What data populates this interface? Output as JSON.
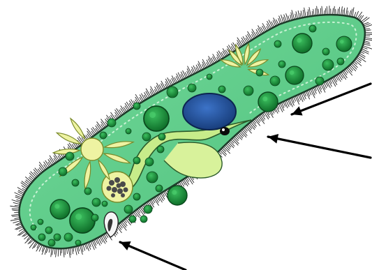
{
  "diagram": {
    "subject": "paramecium",
    "colors": {
      "cell_fill": "#5fcf8a",
      "cell_outline": "#1e3b2a",
      "pellicle_dots": "#c9f2d4",
      "cilia": "#222222",
      "chloroplast_dark": "#1f8a3b",
      "chloroplast_light": "#2fa84e",
      "macronucleus": "#1f4d9c",
      "micronucleus": "#0a0a0a",
      "oral_groove": "#c7ec8a",
      "food_vacuole_yellow": "#eef3a2",
      "contractile_vacuole": "#f3f7c0",
      "food_particles": "#4a4a4a",
      "pointer": "#000000"
    },
    "parts": [
      "cilia",
      "pellicle",
      "macronucleus",
      "micronucleus",
      "oral-groove",
      "contractile-vacuole",
      "food-vacuole",
      "anal-pore",
      "chloroplasts"
    ],
    "pointers_count": 3,
    "labels": []
  }
}
